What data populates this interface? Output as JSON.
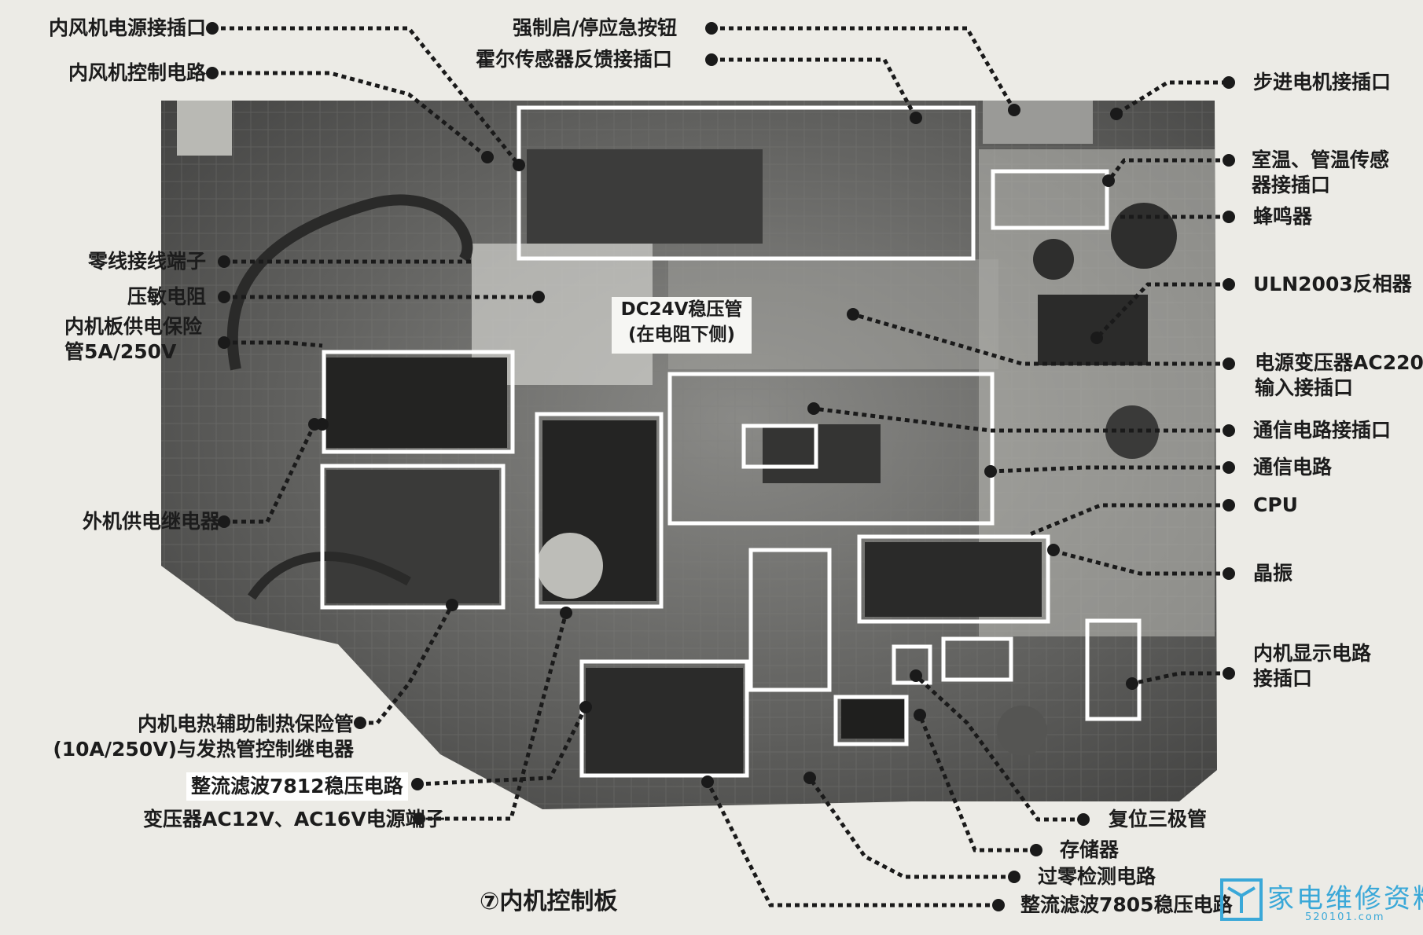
{
  "figure_caption": "⑦内机控制板",
  "labels_left": [
    "内风机电源接插口",
    "内风机控制电路",
    "零线接线端子",
    "压敏电阻",
    "内机板供电保险\n管5A/250V",
    "外机供电继电器",
    "内机电热辅助制热保险管\n(10A/250V)与发热管控制继电器",
    "整流滤波7812稳压电路",
    "变压器AC12V、AC16V电源端子"
  ],
  "labels_top": [
    "强制启/停应急按钮",
    "霍尔传感器反馈接插口"
  ],
  "labels_right": [
    "步进电机接插口",
    "室温、管温传感\n器接插口",
    "蜂鸣器",
    "ULN2003反相器",
    "电源变压器AC220\n输入接插口",
    "通信电路接插口",
    "通信电路",
    "CPU",
    "晶振",
    "内机显示电路\n接插口"
  ],
  "labels_bottom": [
    "复位三极管",
    "存储器",
    "过零检测电路",
    "整流滤波7805稳压电路"
  ],
  "callout_center": "DC24V稳压管\n(在电阻下侧)",
  "watermark_logo": "家电维修资料网",
  "watermark_url": "520101.com",
  "colors": {
    "board": "#6e6e6c",
    "highlight_box": "#ffffff",
    "leader_line": "#1a1a1a",
    "logo": "#3aa8d8"
  }
}
